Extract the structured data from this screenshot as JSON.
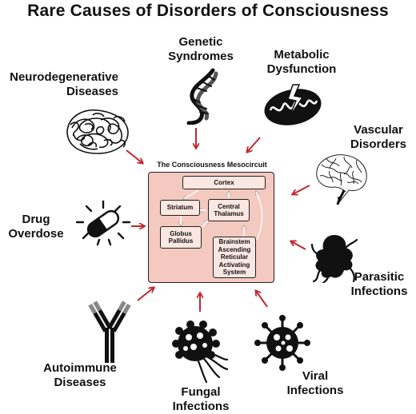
{
  "title": "Rare Causes of Disorders of Consciousness",
  "causes": [
    {
      "name": "Neurodegenerative Diseases",
      "lines": [
        "Neurodegenerative",
        "Diseases"
      ],
      "icon": "tangled-protein-icon"
    },
    {
      "name": "Genetic Syndromes",
      "lines": [
        "Genetic",
        "Syndromes"
      ],
      "icon": "dna-helix-icon"
    },
    {
      "name": "Metabolic Dysfunction",
      "lines": [
        "Metabolic",
        "Dysfunction"
      ],
      "icon": "damaged-mitochondrion-icon"
    },
    {
      "name": "Vascular Disorders",
      "lines": [
        "Vascular",
        "Disorders"
      ],
      "icon": "brain-vasculature-icon"
    },
    {
      "name": "Drug Overdose",
      "lines": [
        "Drug",
        "Overdose"
      ],
      "icon": "exploding-pill-icon"
    },
    {
      "name": "Parasitic Infections",
      "lines": [
        "Parasitic",
        "Infections"
      ],
      "icon": "parasite-icon"
    },
    {
      "name": "Autoimmune Diseases",
      "lines": [
        "Autoimmune",
        "Diseases"
      ],
      "icon": "antibody-icon"
    },
    {
      "name": "Fungal Infections",
      "lines": [
        "Fungal",
        "Infections"
      ],
      "icon": "fungus-icon"
    },
    {
      "name": "Viral Infections",
      "lines": [
        "Viral",
        "Infections"
      ],
      "icon": "virus-icon"
    }
  ],
  "mesocircuit": {
    "title": "The Consciousness Mesocircuit",
    "nodes": {
      "cortex": "Cortex",
      "striatum": "Striatum",
      "thalamus": [
        "Central",
        "Thalamus"
      ],
      "pallidus": [
        "Globus",
        "Pallidus"
      ],
      "brainstem": [
        "Brainstem",
        "Ascending",
        "Reticular",
        "Activating",
        "System"
      ]
    }
  },
  "colors": {
    "arrow": "#c0272d",
    "mesocircuit_fill": "#f4c9bf",
    "node_fill": "#fbe7e2",
    "ink": "#111111"
  }
}
